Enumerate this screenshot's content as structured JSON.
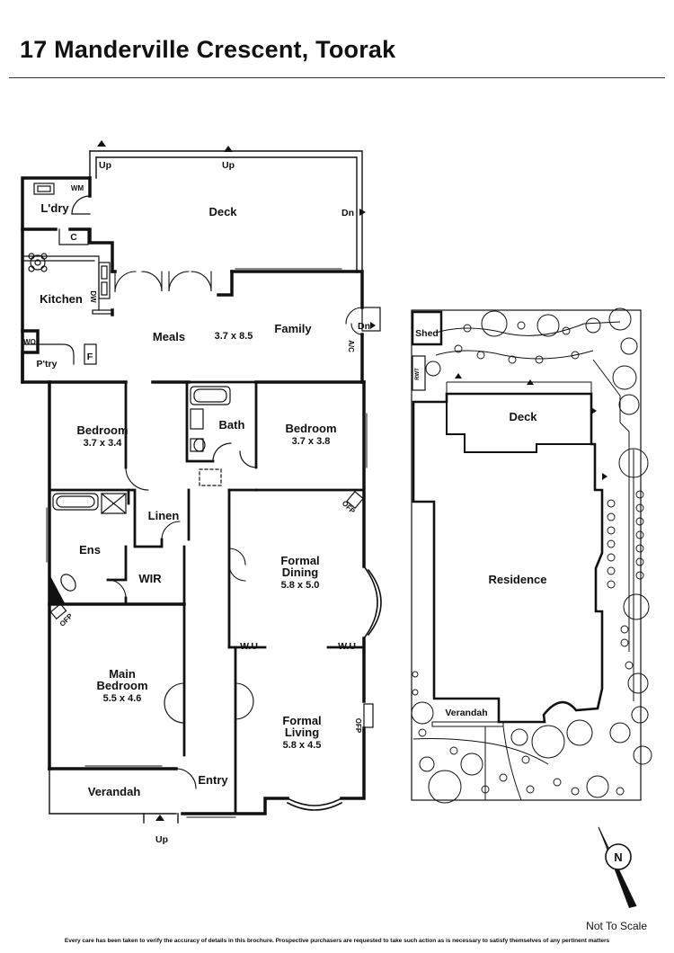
{
  "title": "17 Manderville Crescent, Toorak",
  "floor_plan": {
    "deck": "Deck",
    "up_top_left": "Up",
    "up_top_mid": "Up",
    "dn_deck": "Dn",
    "dn_family": "Dn",
    "laundry": "L'dry",
    "wm": "WM",
    "cupboard": "C",
    "kitchen": "Kitchen",
    "dw": "DW",
    "wo": "WO",
    "pantry": "P'try",
    "fridge": "F",
    "meals": "Meals",
    "meals_family_dims": "3.7 x 8.5",
    "family": "Family",
    "ac": "A/C",
    "bedroom_left": {
      "name": "Bedroom",
      "dims": "3.7 x 3.4"
    },
    "bath": "Bath",
    "bedroom_right": {
      "name": "Bedroom",
      "dims": "3.7 x 3.8"
    },
    "linen": "Linen",
    "ens": "Ens",
    "wir": "WIR",
    "ofp_main_bedroom": "OFP",
    "ofp_dining": "OFP",
    "ofp_living": "OFP",
    "main_bedroom": {
      "name1": "Main",
      "name2": "Bedroom",
      "dims": "5.5 x 4.6"
    },
    "formal_dining": {
      "name1": "Formal",
      "name2": "Dining",
      "dims": "5.8 x 5.0"
    },
    "wu_left": "W.U",
    "wu_right": "W.U",
    "formal_living": {
      "name1": "Formal",
      "name2": "Living",
      "dims": "5.8 x 4.5"
    },
    "entry": "Entry",
    "verandah": "Verandah",
    "up_front": "Up"
  },
  "site_plan": {
    "shed": "Shed",
    "rwt": "RWT",
    "deck": "Deck",
    "residence": "Residence",
    "verandah": "Verandah"
  },
  "compass": "N",
  "not_to_scale": "Not To Scale",
  "disclaimer": "Every care has been taken to verify the accuracy of details in this brochure. Prospective purchasers are requested to take such action as is necessary to satisfy themselves of any pertinent matters"
}
